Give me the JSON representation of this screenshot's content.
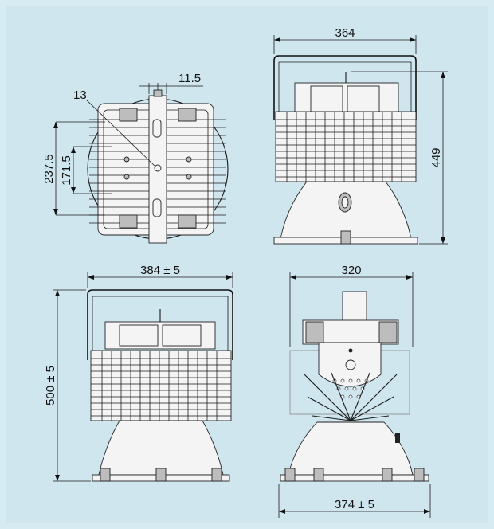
{
  "drawing": {
    "background_color": "#cfe6ef",
    "line_color": "#1b1b1b"
  },
  "views": {
    "front_top": {
      "label_hole": "13",
      "label_gap": "11.5",
      "label_height_outer": "237.5",
      "label_height_inner": "171.5"
    },
    "side_top": {
      "label_width": "364",
      "label_height": "449"
    },
    "front_bottom": {
      "label_width": "384 ± 5",
      "label_height": "500 ± 5"
    },
    "side_bottom": {
      "label_width_top": "320",
      "label_width_bottom": "374 ± 5"
    }
  }
}
